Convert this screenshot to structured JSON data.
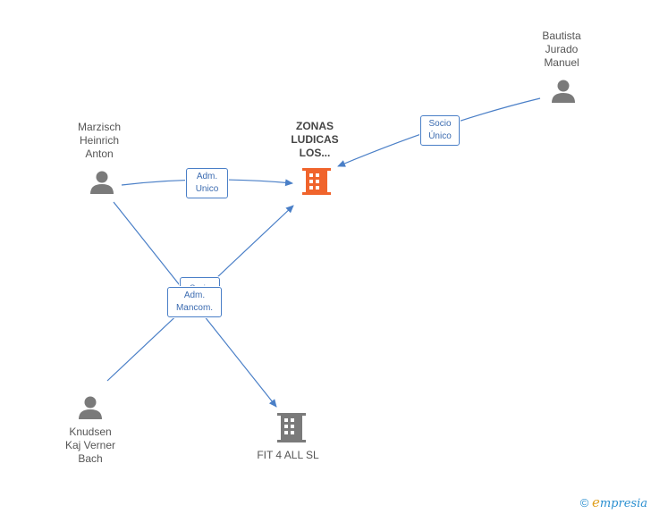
{
  "nodes": {
    "zonas": {
      "label": "ZONAS\nLUDICAS\nLOS..."
    },
    "bautista": {
      "label": "Bautista\nJurado\nManuel"
    },
    "marzisch": {
      "label": "Marzisch\nHeinrich\nAnton"
    },
    "knudsen": {
      "label": "Knudsen\nKaj Verner\nBach"
    },
    "fit4all": {
      "label": "FIT 4 ALL SL"
    }
  },
  "edges": {
    "bautista_zonas": "Socio\nÚnico",
    "marzisch_zonas": "Adm.\nUnico",
    "knudsen_zonas_hidden": "Socio",
    "knudsen_fit": "Adm.\nMancom."
  },
  "footer": {
    "copyright": "©",
    "brand_e": "e",
    "brand_rest": "mpresia"
  },
  "colors": {
    "edge": "#4a7fc7",
    "person_icon": "#7a7a7a",
    "main_building": "#f0642c",
    "other_building": "#7a7a7a"
  }
}
